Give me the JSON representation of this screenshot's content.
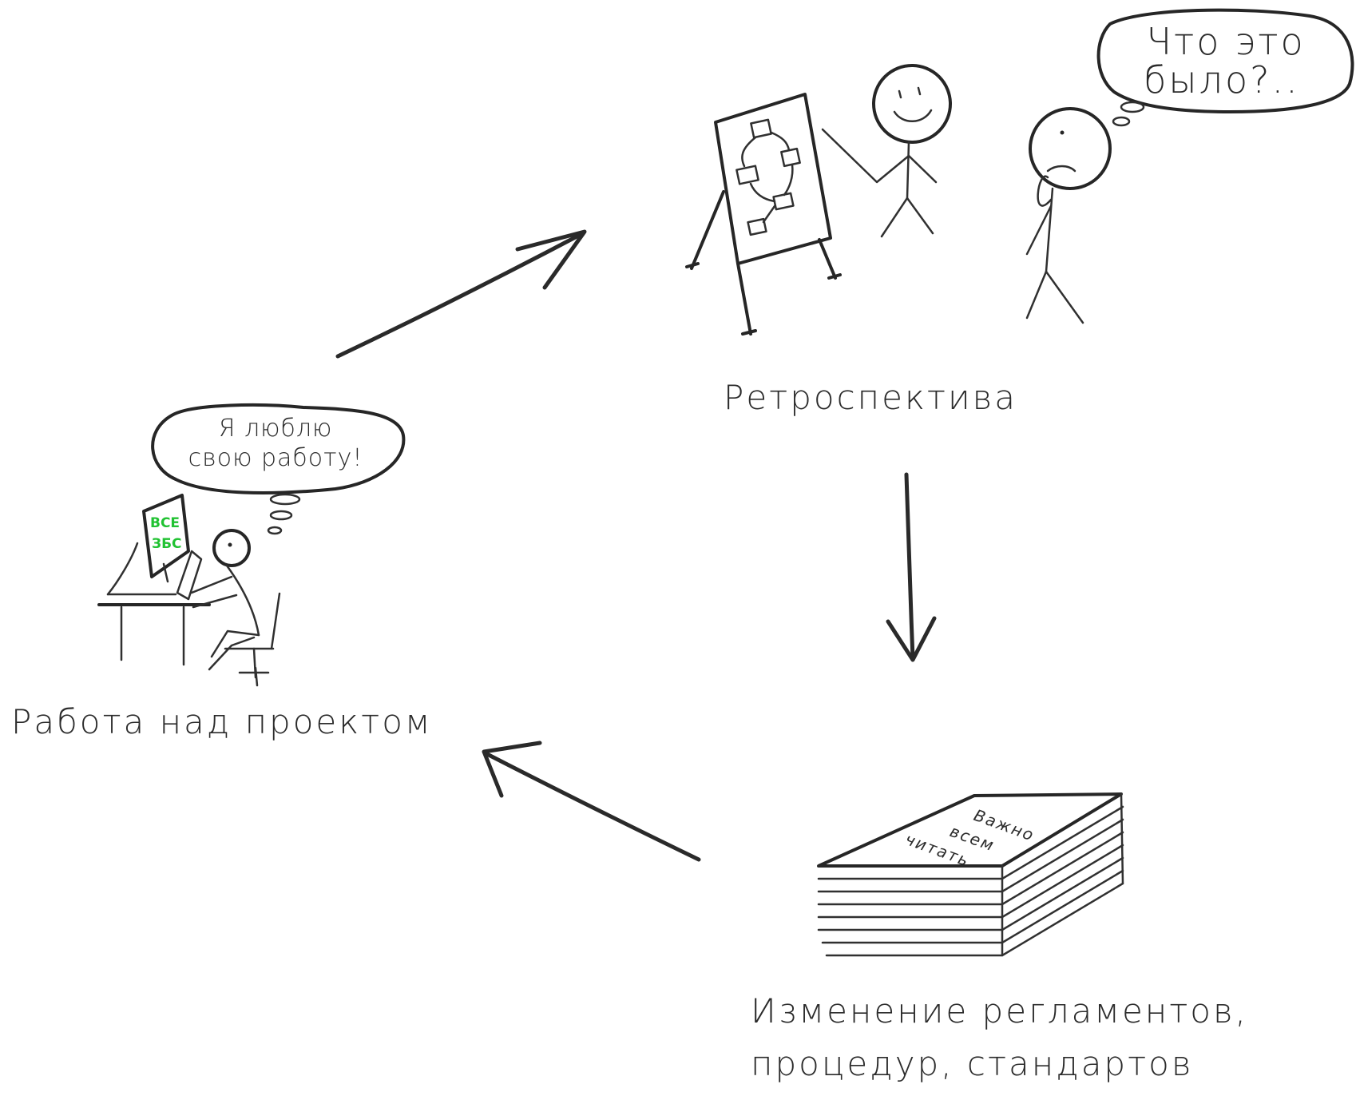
{
  "captions": {
    "work": "Работа над проектом",
    "retro": "Ретроспектива",
    "changes_line1": "Изменение регламентов,",
    "changes_line2": "процедур, стандартов"
  },
  "bubbles": {
    "worker_line1": "Я люблю",
    "worker_line2": "свою работу!",
    "confused_line1": "Что это",
    "confused_line2": "было?.."
  },
  "screen": {
    "line1": "ВСЕ",
    "line2": "ЗБС",
    "color": "#21c232"
  },
  "document": {
    "line1": "Важно",
    "line2": "всем",
    "line3": "читать"
  },
  "colors": {
    "ink": "#262626",
    "background": "#ffffff"
  }
}
